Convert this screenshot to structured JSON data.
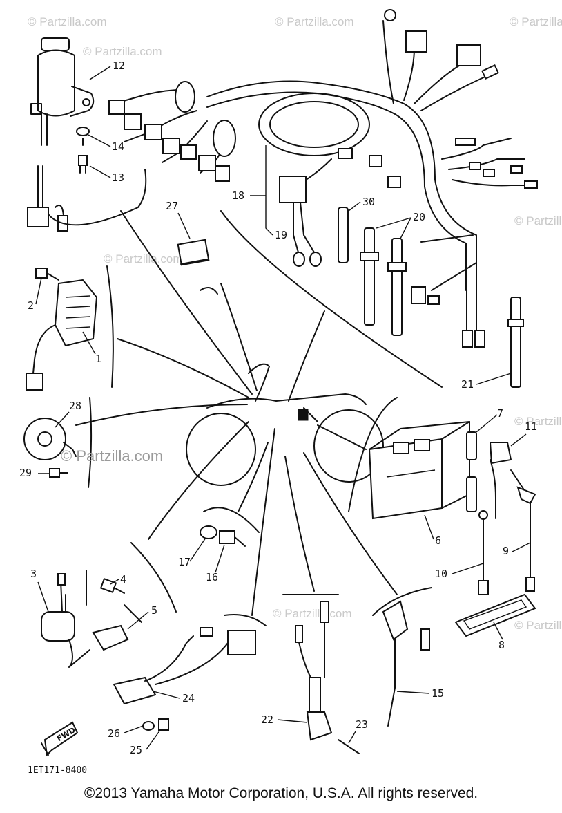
{
  "watermarks": {
    "brand": "© Partzilla.com",
    "center": "© Partzilla.com"
  },
  "callouts": {
    "p1": "1",
    "p2": "2",
    "p3": "3",
    "p4": "4",
    "p5": "5",
    "p6": "6",
    "p7": "7",
    "p8": "8",
    "p9": "9",
    "p10": "10",
    "p11": "11",
    "p12": "12",
    "p13": "13",
    "p14": "14",
    "p15": "15",
    "p16": "16",
    "p17": "17",
    "p18": "18",
    "p19": "19",
    "p20": "20",
    "p21": "21",
    "p22": "22",
    "p23": "23",
    "p24": "24",
    "p25": "25",
    "p26": "26",
    "p27": "27",
    "p28": "28",
    "p29": "29",
    "p30": "30"
  },
  "fwd_label": "FWD",
  "diagram_code": "1ET171-8400",
  "copyright": "©2013  Yamaha Motor Corporation, U.S.A. All rights reserved."
}
